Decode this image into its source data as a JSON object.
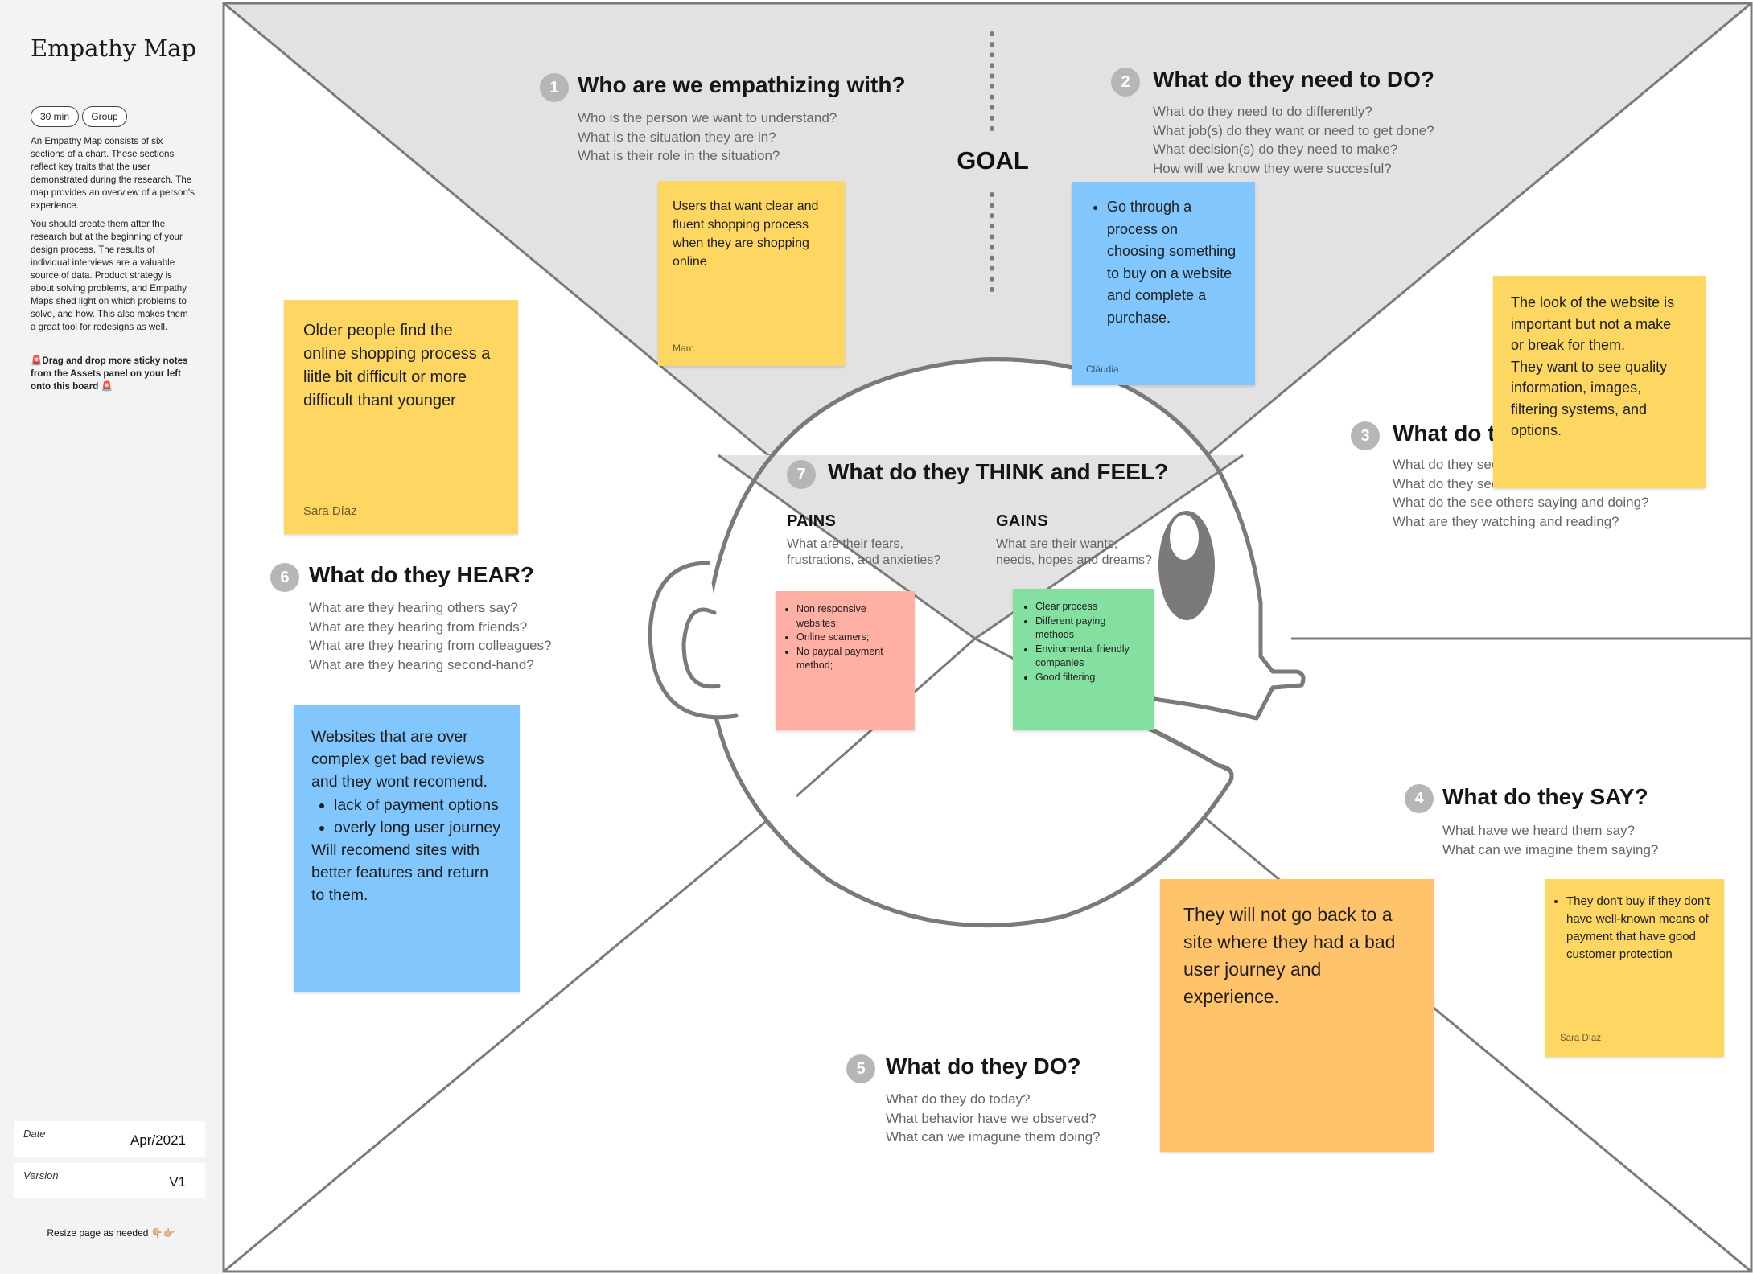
{
  "sidebar": {
    "title": "Empathy Map",
    "tags": [
      "30 min",
      "Group"
    ],
    "para1": "An Empathy Map consists of six sections of a chart. These sections reflect key traits that the user demonstrated during the research. The map provides an overview of a person's experience.",
    "para2": "You should create them after the research but at the beginning of your design process. The results of individual interviews are a valuable source of data. Product strategy is about solving problems, and Empathy Maps shed light on which problems to solve, and how. This also makes them a great tool for redesigns as well.",
    "instruction": "🚨Drag and drop more sticky notes from the Assets panel on your left onto this board 🚨",
    "date_label": "Date",
    "date_value": "Apr/2021",
    "version_label": "Version",
    "version_value": "V1",
    "resize_note": "Resize page as needed 👇🏼👉🏼"
  },
  "goal": "GOAL",
  "colors": {
    "yellow": "#fdd762",
    "blue": "#81c6fd",
    "orange": "#fec36b",
    "pink": "#ffafa3",
    "green": "#84e0a0",
    "goal_area": "#e2e2e2",
    "lines": "#7a7a7a",
    "badge": "#b6b6b6"
  },
  "sections": {
    "s1": {
      "num": "1",
      "title": "Who are we empathizing with?",
      "questions": [
        "Who is the person we want to understand?",
        "What is the situation they are in?",
        "What is their role in the situation?"
      ]
    },
    "s2": {
      "num": "2",
      "title": "What do they need to DO?",
      "questions": [
        "What do they need to do differently?",
        "What job(s) do they want or need to get done?",
        "What decision(s) do they need to make?",
        "How will we know they were succesful?"
      ]
    },
    "s3": {
      "num": "3",
      "title": "What do they SEE?",
      "questions": [
        "What do they see in the marketplace?",
        "What do they see in their immediate environment?",
        "What do the see others saying and doing?",
        "What are they watching and reading?"
      ]
    },
    "s4": {
      "num": "4",
      "title": "What do they SAY?",
      "questions": [
        "What have we heard them say?",
        "What can we imagine them saying?"
      ]
    },
    "s5": {
      "num": "5",
      "title": "What do they DO?",
      "questions": [
        "What do they do today?",
        "What behavior have we observed?",
        "What can we imagune them doing?"
      ]
    },
    "s6": {
      "num": "6",
      "title": "What do they HEAR?",
      "questions": [
        "What are they hearing others say?",
        "What are they hearing from friends?",
        "What are they hearing from colleagues?",
        "What are they hearing second-hand?"
      ]
    },
    "s7": {
      "num": "7",
      "title": "What do they THINK and FEEL?"
    }
  },
  "pains": {
    "heading": "PAINS",
    "sub": "What are their fears, frustrations, and anxieties?"
  },
  "gains": {
    "heading": "GAINS",
    "sub": "What are their wants, needs, hopes and dreams?"
  },
  "notes": {
    "who": {
      "text": "Users that want clear and fluent shopping process when they are shopping online",
      "author": "Marc"
    },
    "need": {
      "items": [
        "Go through a process on choosing something to buy on a website and complete a purchase."
      ],
      "author": "Cláudia"
    },
    "see": {
      "text": "The look of the website is important but not a make or break for them.\nThey want to see quality information, images, filtering systems, and options."
    },
    "older": {
      "text": "Older people find the online shopping process a liitle bit  difficult or more difficult thant younger",
      "author": "Sara Díaz"
    },
    "hear": {
      "intro": "Websites that are over complex get bad reviews and they wont recomend.",
      "items": [
        "lack of payment options",
        "overly long user journey"
      ],
      "outro": "Will recomend sites with better features and return to them."
    },
    "pains": {
      "items": [
        "Non responsive websites;",
        "Online scamers;",
        "No paypal payment method;"
      ]
    },
    "gains": {
      "items": [
        "Clear process",
        "Different paying methods",
        "Enviromental friendly companies",
        "Good filtering"
      ]
    },
    "do": {
      "text": "They will not go back to a site where they had a bad user journey and experience."
    },
    "say": {
      "items": [
        "They don't buy if they don't have well-known means of payment that have good customer protection"
      ],
      "author": "Sara Díaz"
    }
  }
}
